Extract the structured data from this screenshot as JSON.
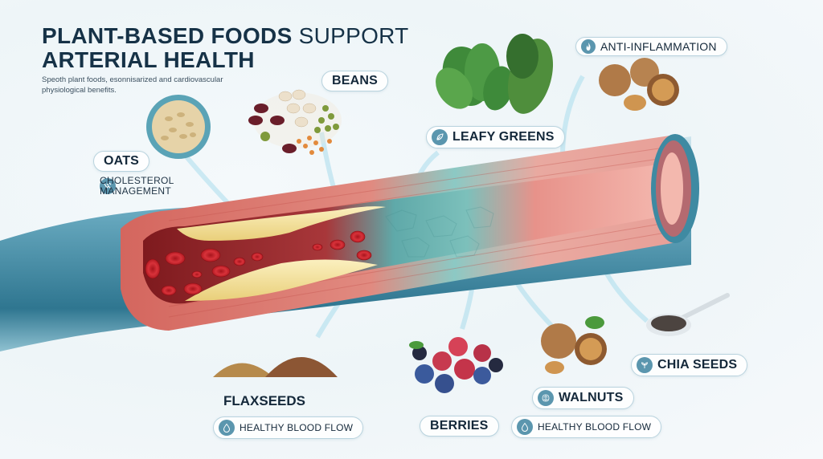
{
  "header": {
    "title_bold_line1": "PLANT-BASED FOODS",
    "title_light_line1": " SUPPORT",
    "title_line2": "ARTERIAL HEALTH",
    "subtitle": "Speoth plant foods, esonnisarized and cardiovascular physiological benefits."
  },
  "foods": {
    "oats": {
      "label": "OATS",
      "benefit": "CHOLESTEROL MANAGEMENT",
      "benefit_line1": "CHOLESTEROL",
      "benefit_line2": "MANAGEMENT",
      "icon": "artery-icon"
    },
    "beans": {
      "label": "BEANS"
    },
    "leafy_greens": {
      "label": "LEAFY GREENS",
      "icon": "leaf-icon"
    },
    "anti_inflammation": {
      "label": "ANTI-INFLAMMATION",
      "icon": "flame-icon"
    },
    "flaxseeds": {
      "label": "FLAXSEEDS",
      "benefit": "HEALTHY BLOOD FLOW",
      "icon": "droplet-icon"
    },
    "berries": {
      "label": "BERRIES"
    },
    "walnuts": {
      "label": "WALNUTS",
      "benefit": "HEALTHY BLOOD FLOW",
      "icon": "brain-icon",
      "benefit_icon": "droplet-icon"
    },
    "chia_seeds": {
      "label": "CHIA SEEDS",
      "icon": "sprout-icon"
    }
  },
  "colors": {
    "title": "#163247",
    "pill_border": "#b9d3de",
    "icon_bg": "#5b96ae",
    "artery_outer": "#4f95ab",
    "artery_wall": "#d9786e",
    "plaque": "#f3e3a0",
    "blood": "#c8232b",
    "healthy_lumen": "#6fbab8"
  }
}
